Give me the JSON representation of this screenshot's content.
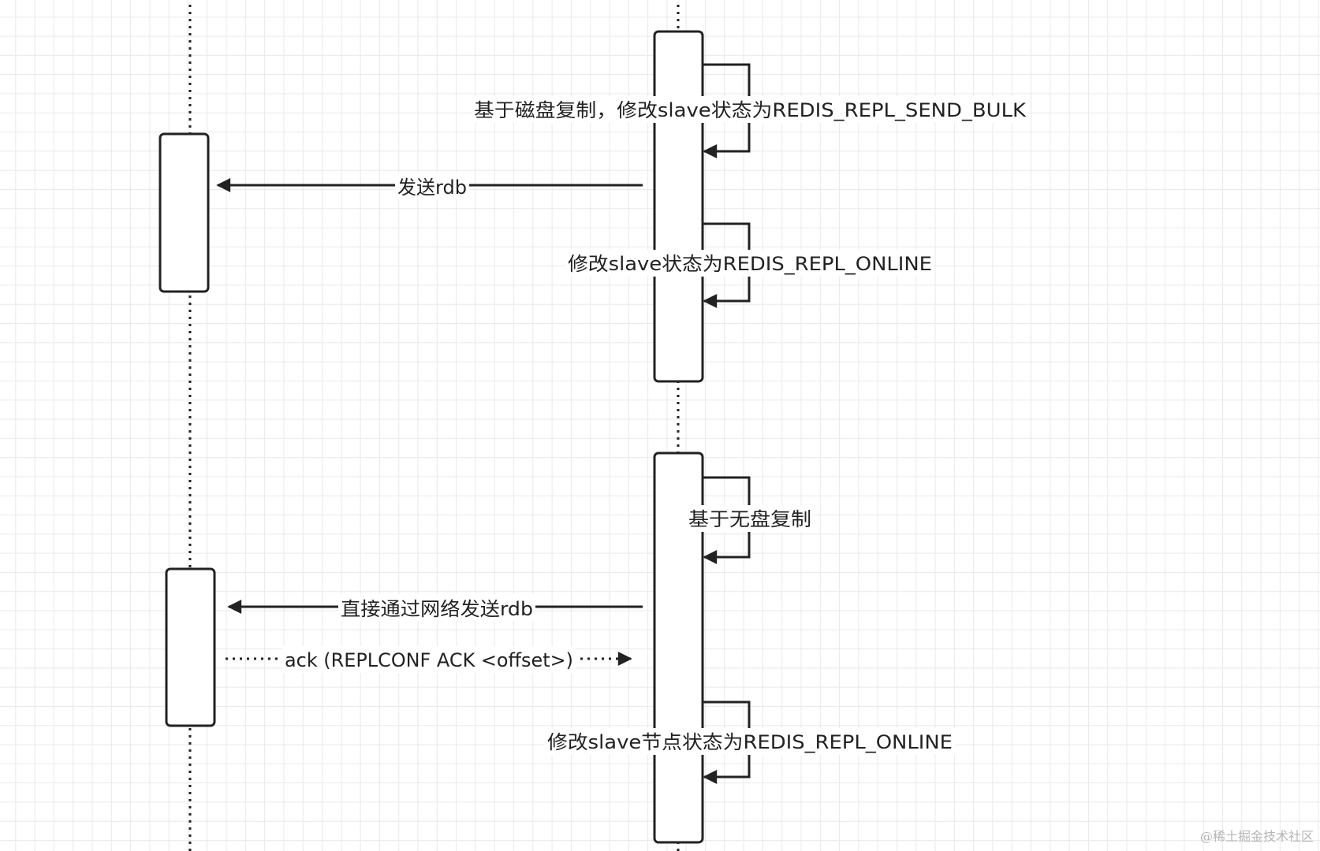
{
  "messages": {
    "disk_self": "基于磁盘复制，修改slave状态为REDIS_REPL_SEND_BULK",
    "send_rdb": "发送rdb",
    "online_self": "修改slave状态为REDIS_REPL_ONLINE",
    "diskless_self": "基于无盘复制",
    "direct_send": "直接通过网络发送rdb",
    "ack": "ack (REPLCONF ACK <offset>)",
    "node_online_self": "修改slave节点状态为REDIS_REPL_ONLINE"
  },
  "watermark": "@稀土掘金技术社区",
  "colors": {
    "stroke": "#222222",
    "grid": "#e9e9e9",
    "background": "#ffffff"
  }
}
